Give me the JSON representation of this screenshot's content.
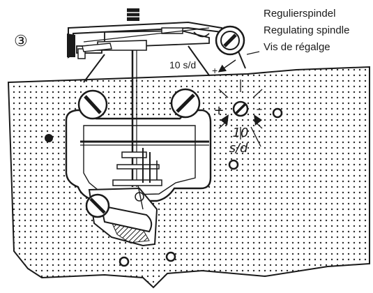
{
  "figure": {
    "number_label": "③",
    "callout": {
      "lines": [
        "Regulierspindel",
        "Regulating spindle",
        "Vis de régalge"
      ]
    },
    "top_rate_label": "10 s/d",
    "top_plus_sign": "+",
    "adjuster": {
      "plus": "+",
      "minus": "–",
      "value": "10",
      "unit": "s/d"
    }
  },
  "colors": {
    "ink": "#1a1a1a",
    "plate": "#ffffff",
    "dots": "#2a2a2a"
  },
  "icons": [
    "screw-head-icon",
    "jewel-hole-icon",
    "arrow-icon",
    "dot-pattern-icon"
  ]
}
